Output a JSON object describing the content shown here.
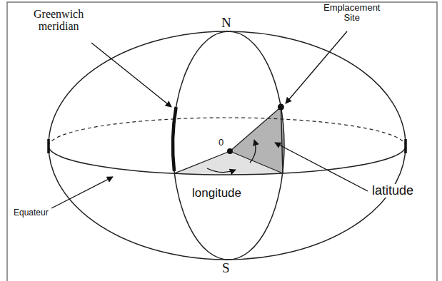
{
  "diagram": {
    "labels": [
      "N",
      "Greenwich meridian",
      "Emplacement Site",
      "0",
      "latitude",
      "Equateur",
      "longitude",
      "S"
    ]
  }
}
